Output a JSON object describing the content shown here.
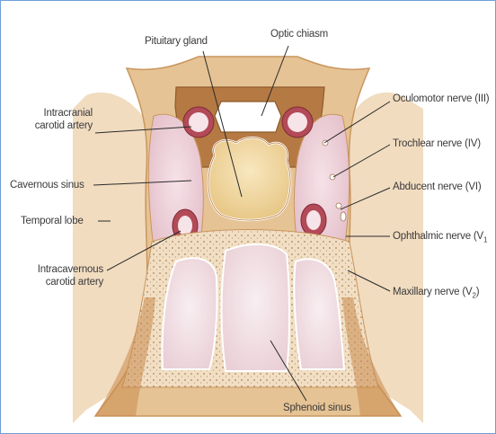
{
  "labels": {
    "pituitary_gland": "Pituitary gland",
    "optic_chiasm": "Optic chiasm",
    "intracranial_carotid_line1": "Intracranial",
    "intracranial_carotid_line2": "carotid artery",
    "cavernous_sinus": "Cavernous sinus",
    "temporal_lobe": "Temporal lobe",
    "intracavernous_carotid_line1": "Intracavernous",
    "intracavernous_carotid_line2": "carotid artery",
    "oculomotor_nerve": "Oculomotor nerve (III)",
    "trochlear_nerve": "Trochlear nerve (IV)",
    "abducent_nerve": "Abducent nerve (VI)",
    "ophthalmic_nerve": "Ophthalmic nerve (V",
    "ophthalmic_sub": "1",
    "maxillary_nerve": "Maxillary nerve (V",
    "maxillary_sub": "2",
    "maxillary_close": ")",
    "sphenoid_sinus": "Sphenoid sinus"
  },
  "colors": {
    "label_text": "#3a3a3a",
    "leader_line": "#2a2a2a",
    "frame_border": "#6f9fd8",
    "tan_tissue": "#e9c89a",
    "bone_brown": "#c98a4c",
    "sinus_pink": "#eccfd6",
    "pituitary_yellow": "#f1d9a3",
    "sphenoid_cell": "#f2e1e6",
    "artery_red": "#b34a58"
  }
}
